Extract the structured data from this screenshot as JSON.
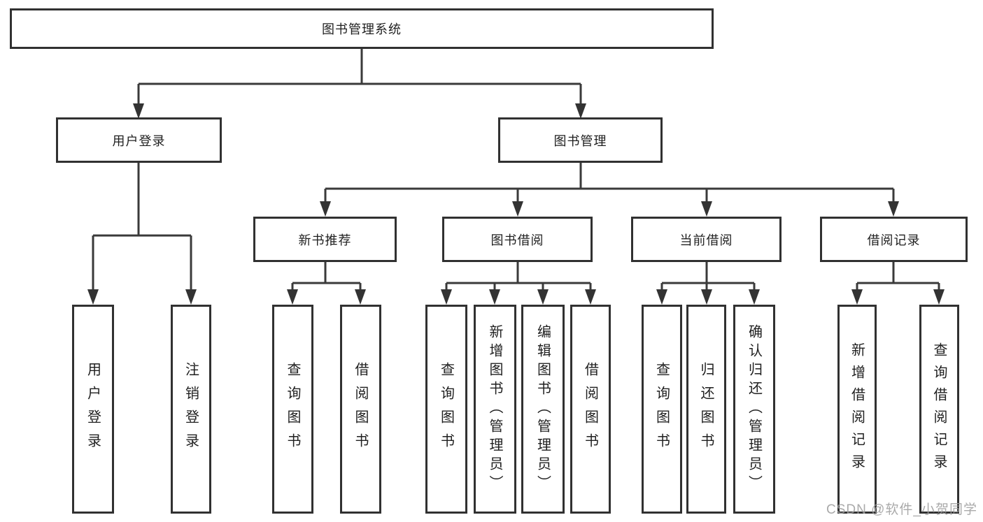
{
  "tree": {
    "root": "图书管理系统",
    "children": [
      {
        "label": "用户登录",
        "children": [
          "用户登录",
          "注销登录"
        ]
      },
      {
        "label": "图书管理",
        "children": [
          {
            "label": "新书推荐",
            "children": [
              "查询图书",
              "借阅图书"
            ]
          },
          {
            "label": "图书借阅",
            "children": [
              "查询图书",
              "新增图书（管理员）",
              "编辑图书（管理员）",
              "借阅图书"
            ]
          },
          {
            "label": "当前借阅",
            "children": [
              "查询图书",
              "归还图书",
              "确认归还（管理员）"
            ]
          },
          {
            "label": "借阅记录",
            "children": [
              "新增借阅记录",
              "查询借阅记录"
            ]
          }
        ]
      }
    ]
  },
  "watermark": {
    "text": "CSDN @软件_小贺同学"
  },
  "colors": {
    "box_border": "#313131",
    "connector_line": "#3a3a3a",
    "arrowhead": "#333333",
    "text": "#1f1f1f",
    "watermark": "#9e9e9e",
    "background": "#ffffff"
  }
}
